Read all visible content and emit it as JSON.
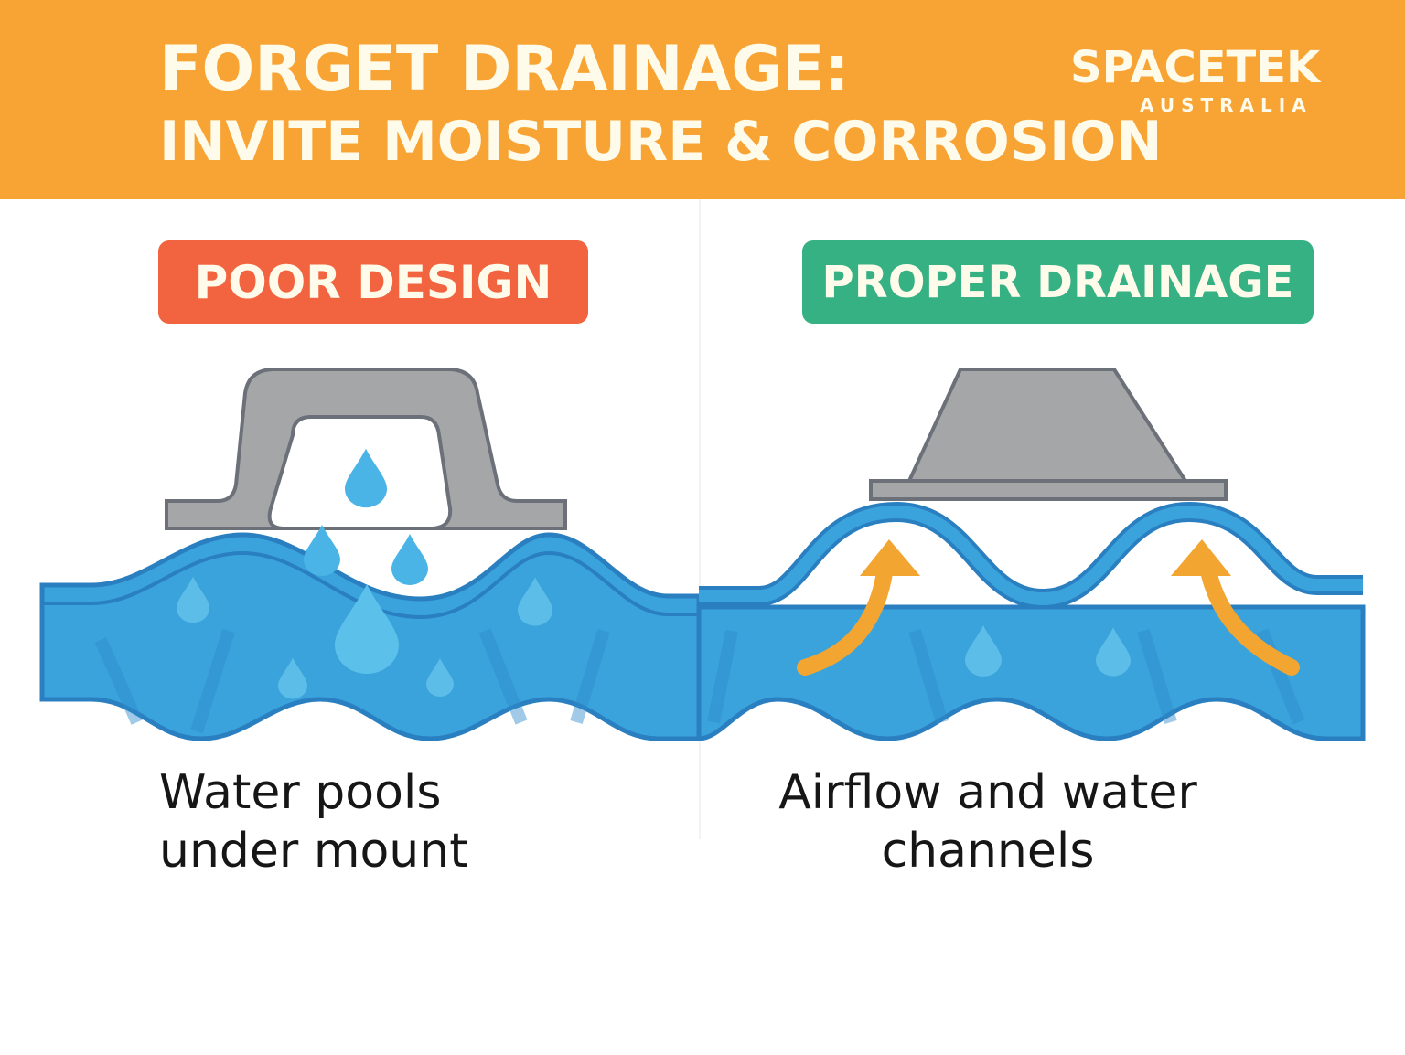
{
  "header": {
    "title_line1": "FORGET DRAINAGE:",
    "title_line2": "INVITE MOISTURE & CORROSION",
    "brand_name": "SPACETEK",
    "brand_sub": "AUSTRALIA"
  },
  "panels": {
    "poor": {
      "badge": "POOR DESIGN",
      "caption_line1": "Water pools",
      "caption_line2": "under mount"
    },
    "good": {
      "badge": "PROPER DRAINAGE",
      "caption_line1": "Airflow and water",
      "caption_line2": "channels"
    }
  },
  "colors": {
    "header": "#f8a435",
    "poor": "#f2633f",
    "good": "#35b184",
    "roof": "#3aa3dc",
    "roof_dark": "#2a7fc0",
    "mount": "#a5a6a8",
    "water": "#4ab4e6",
    "arrow": "#f3a531"
  },
  "icons": [
    "water-drop-icon",
    "airflow-arrow-icon",
    "roof-mount-icon"
  ]
}
